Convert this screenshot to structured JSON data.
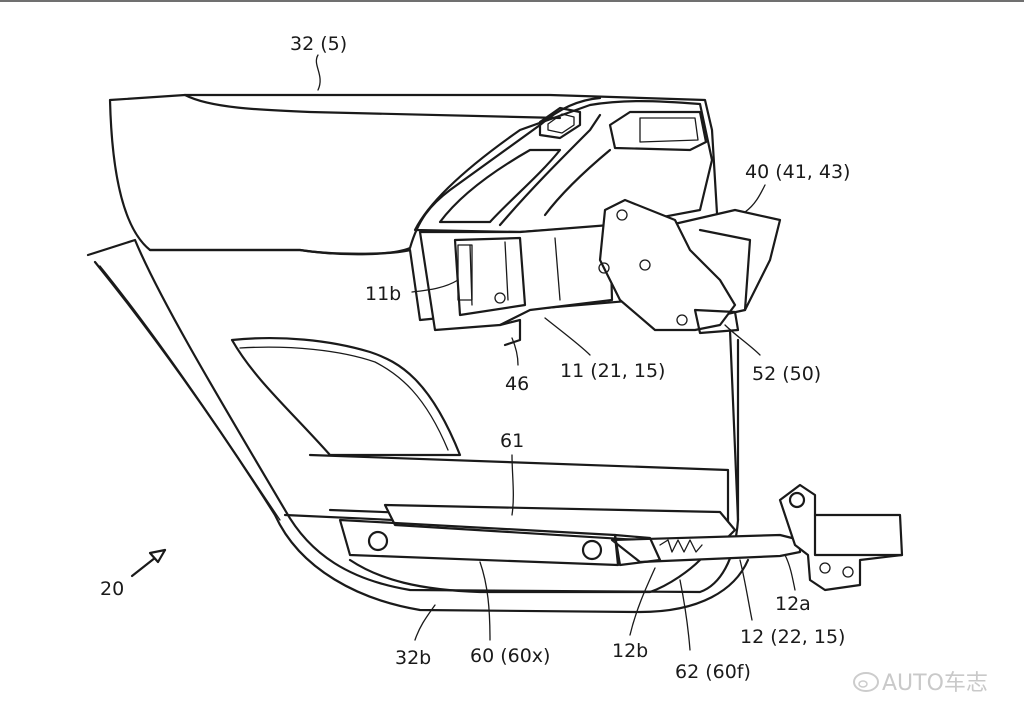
{
  "labels": {
    "door_trim": "32 (5)",
    "handle_unit": "40 (41, 43)",
    "part_11b": "11b",
    "part_46": "46",
    "upper_member": "11 (21, 15)",
    "bracket_52": "52 (50)",
    "part_61": "61",
    "door_assembly": "20",
    "part_12a": "12a",
    "lower_member": "12 (22, 15)",
    "part_32b": "32b",
    "pocket": "60 (60x)",
    "part_12b": "12b",
    "part_62": "62 (60f)"
  },
  "watermark": {
    "text": "AUTO车志"
  }
}
